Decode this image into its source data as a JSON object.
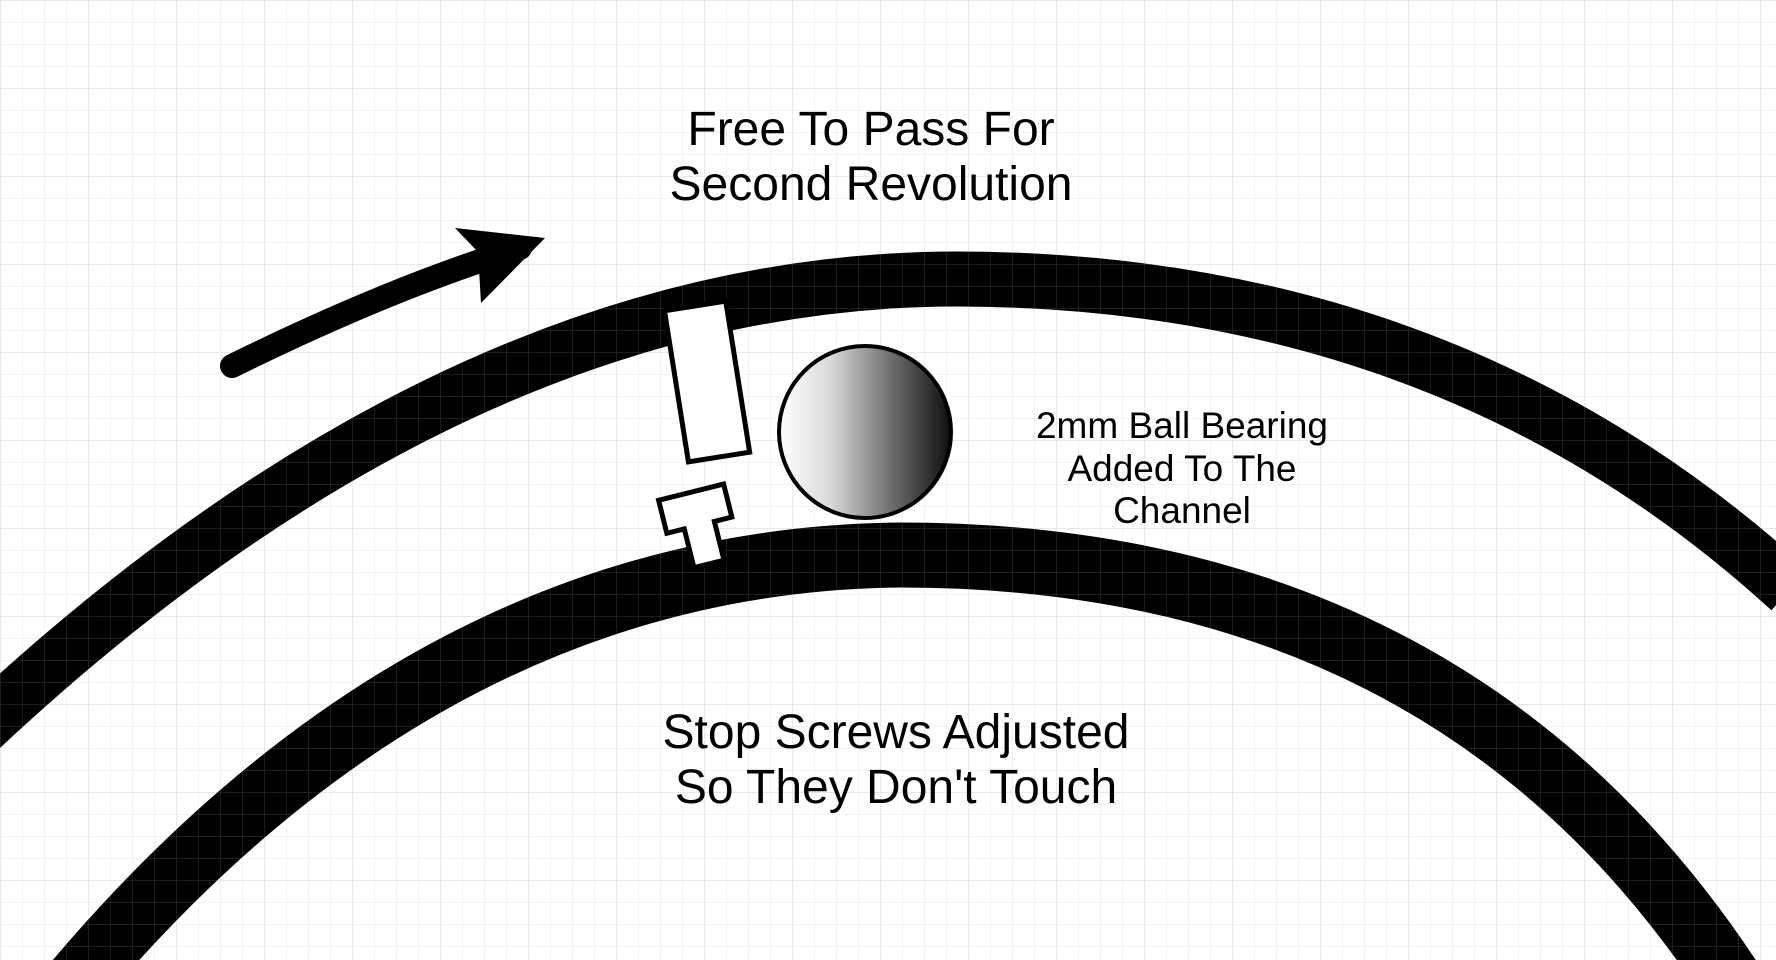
{
  "labels": {
    "top_line1": "Free To Pass For",
    "top_line2": "Second Revolution",
    "ball_line1": "2mm Ball Bearing",
    "ball_line2": "Added To The",
    "ball_line3": "Channel",
    "bottom_line1": "Stop Screws Adjusted",
    "bottom_line2": "So They Don't Touch"
  },
  "colors": {
    "ring": "#000000",
    "background": "#ffffff",
    "grid_major": "#e9e9e9",
    "grid_minor": "#f3f3f3"
  },
  "icons": {
    "direction": "arrow-icon",
    "ball": "ball-bearing-icon",
    "stop_upper": "stop-block-icon",
    "stop_lower": "stop-screw-icon"
  }
}
